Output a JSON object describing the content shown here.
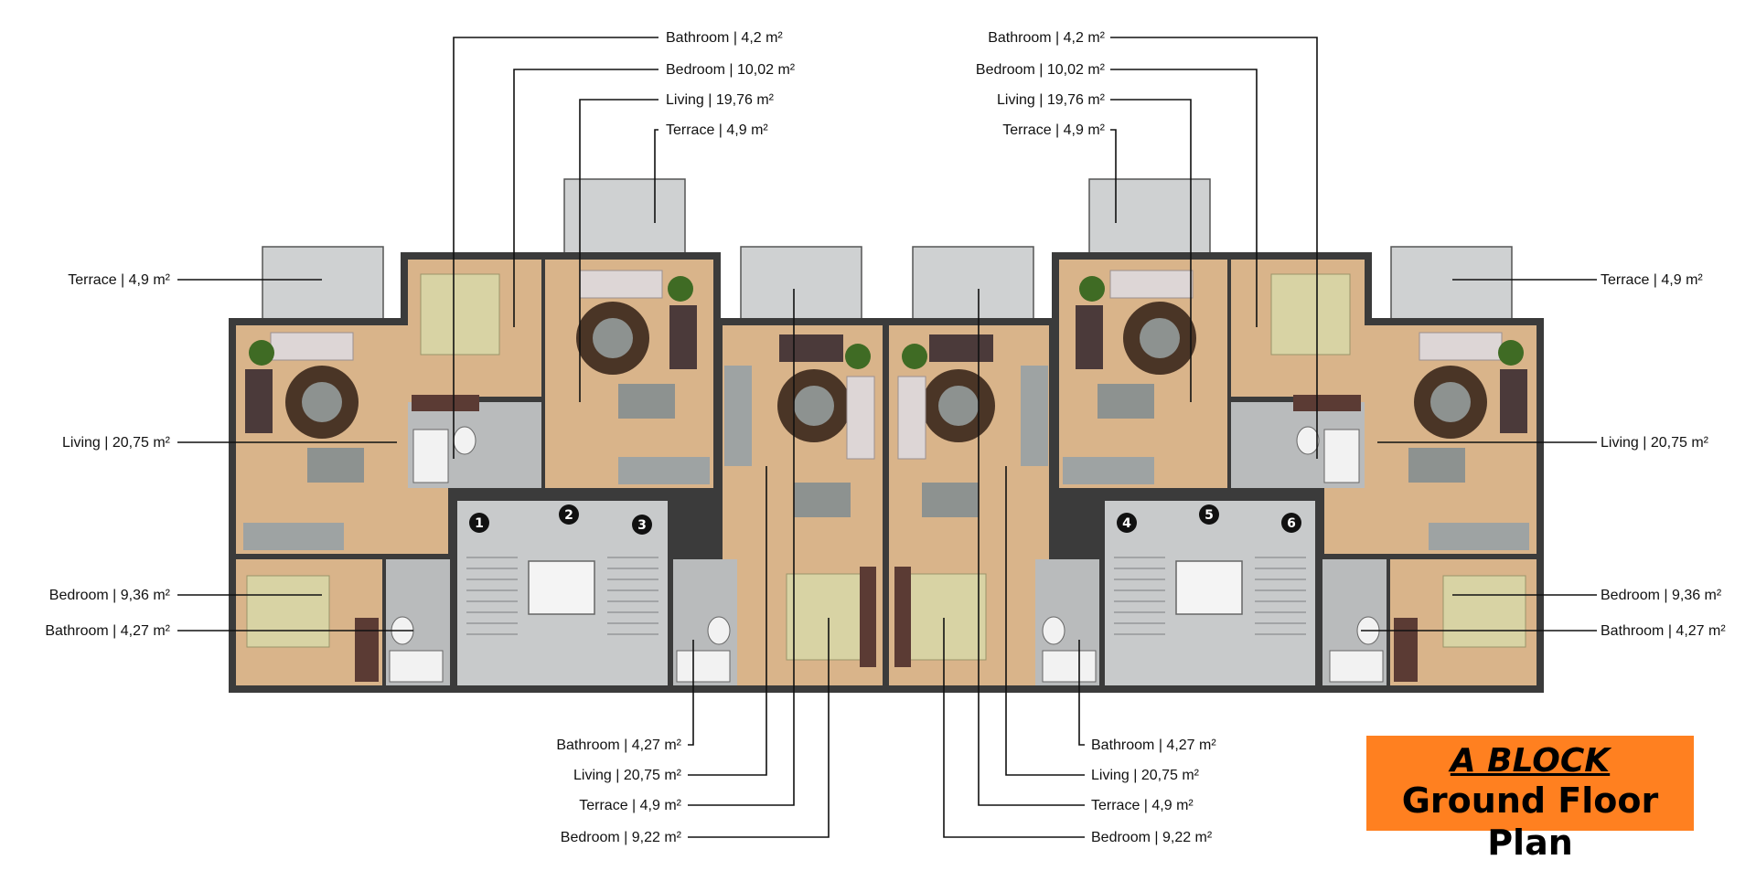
{
  "title": {
    "line1": "A BLOCK",
    "line2": "Ground Floor Plan"
  },
  "labels_top_left": [
    "Bathroom | 4,2 m²",
    "Bedroom | 10,02 m²",
    "Living | 19,76 m²",
    "Terrace | 4,9 m²"
  ],
  "labels_top_right": [
    "Bathroom | 4,2 m²",
    "Bedroom | 10,02 m²",
    "Living | 19,76 m²",
    "Terrace | 4,9 m²"
  ],
  "labels_left": [
    "Terrace | 4,9 m²",
    "Living | 20,75 m²",
    "Bedroom | 9,36 m²",
    "Bathroom | 4,27 m²"
  ],
  "labels_right": [
    "Terrace | 4,9 m²",
    "Living | 20,75 m²",
    "Bedroom | 9,36 m²",
    "Bathroom | 4,27 m²"
  ],
  "labels_bottom_left": [
    "Bathroom | 4,27 m²",
    "Living | 20,75 m²",
    "Terrace | 4,9 m²",
    "Bedroom | 9,22 m²"
  ],
  "labels_bottom_right": [
    "Bathroom | 4,27 m²",
    "Living | 20,75 m²",
    "Terrace | 4,9 m²",
    "Bedroom | 9,22 m²"
  ],
  "unit_numbers": [
    "1",
    "2",
    "3",
    "4",
    "5",
    "6"
  ],
  "colors": {
    "title_background": "#ff8020",
    "floor": "#d9b48a",
    "wall": "#3b3b3b"
  }
}
